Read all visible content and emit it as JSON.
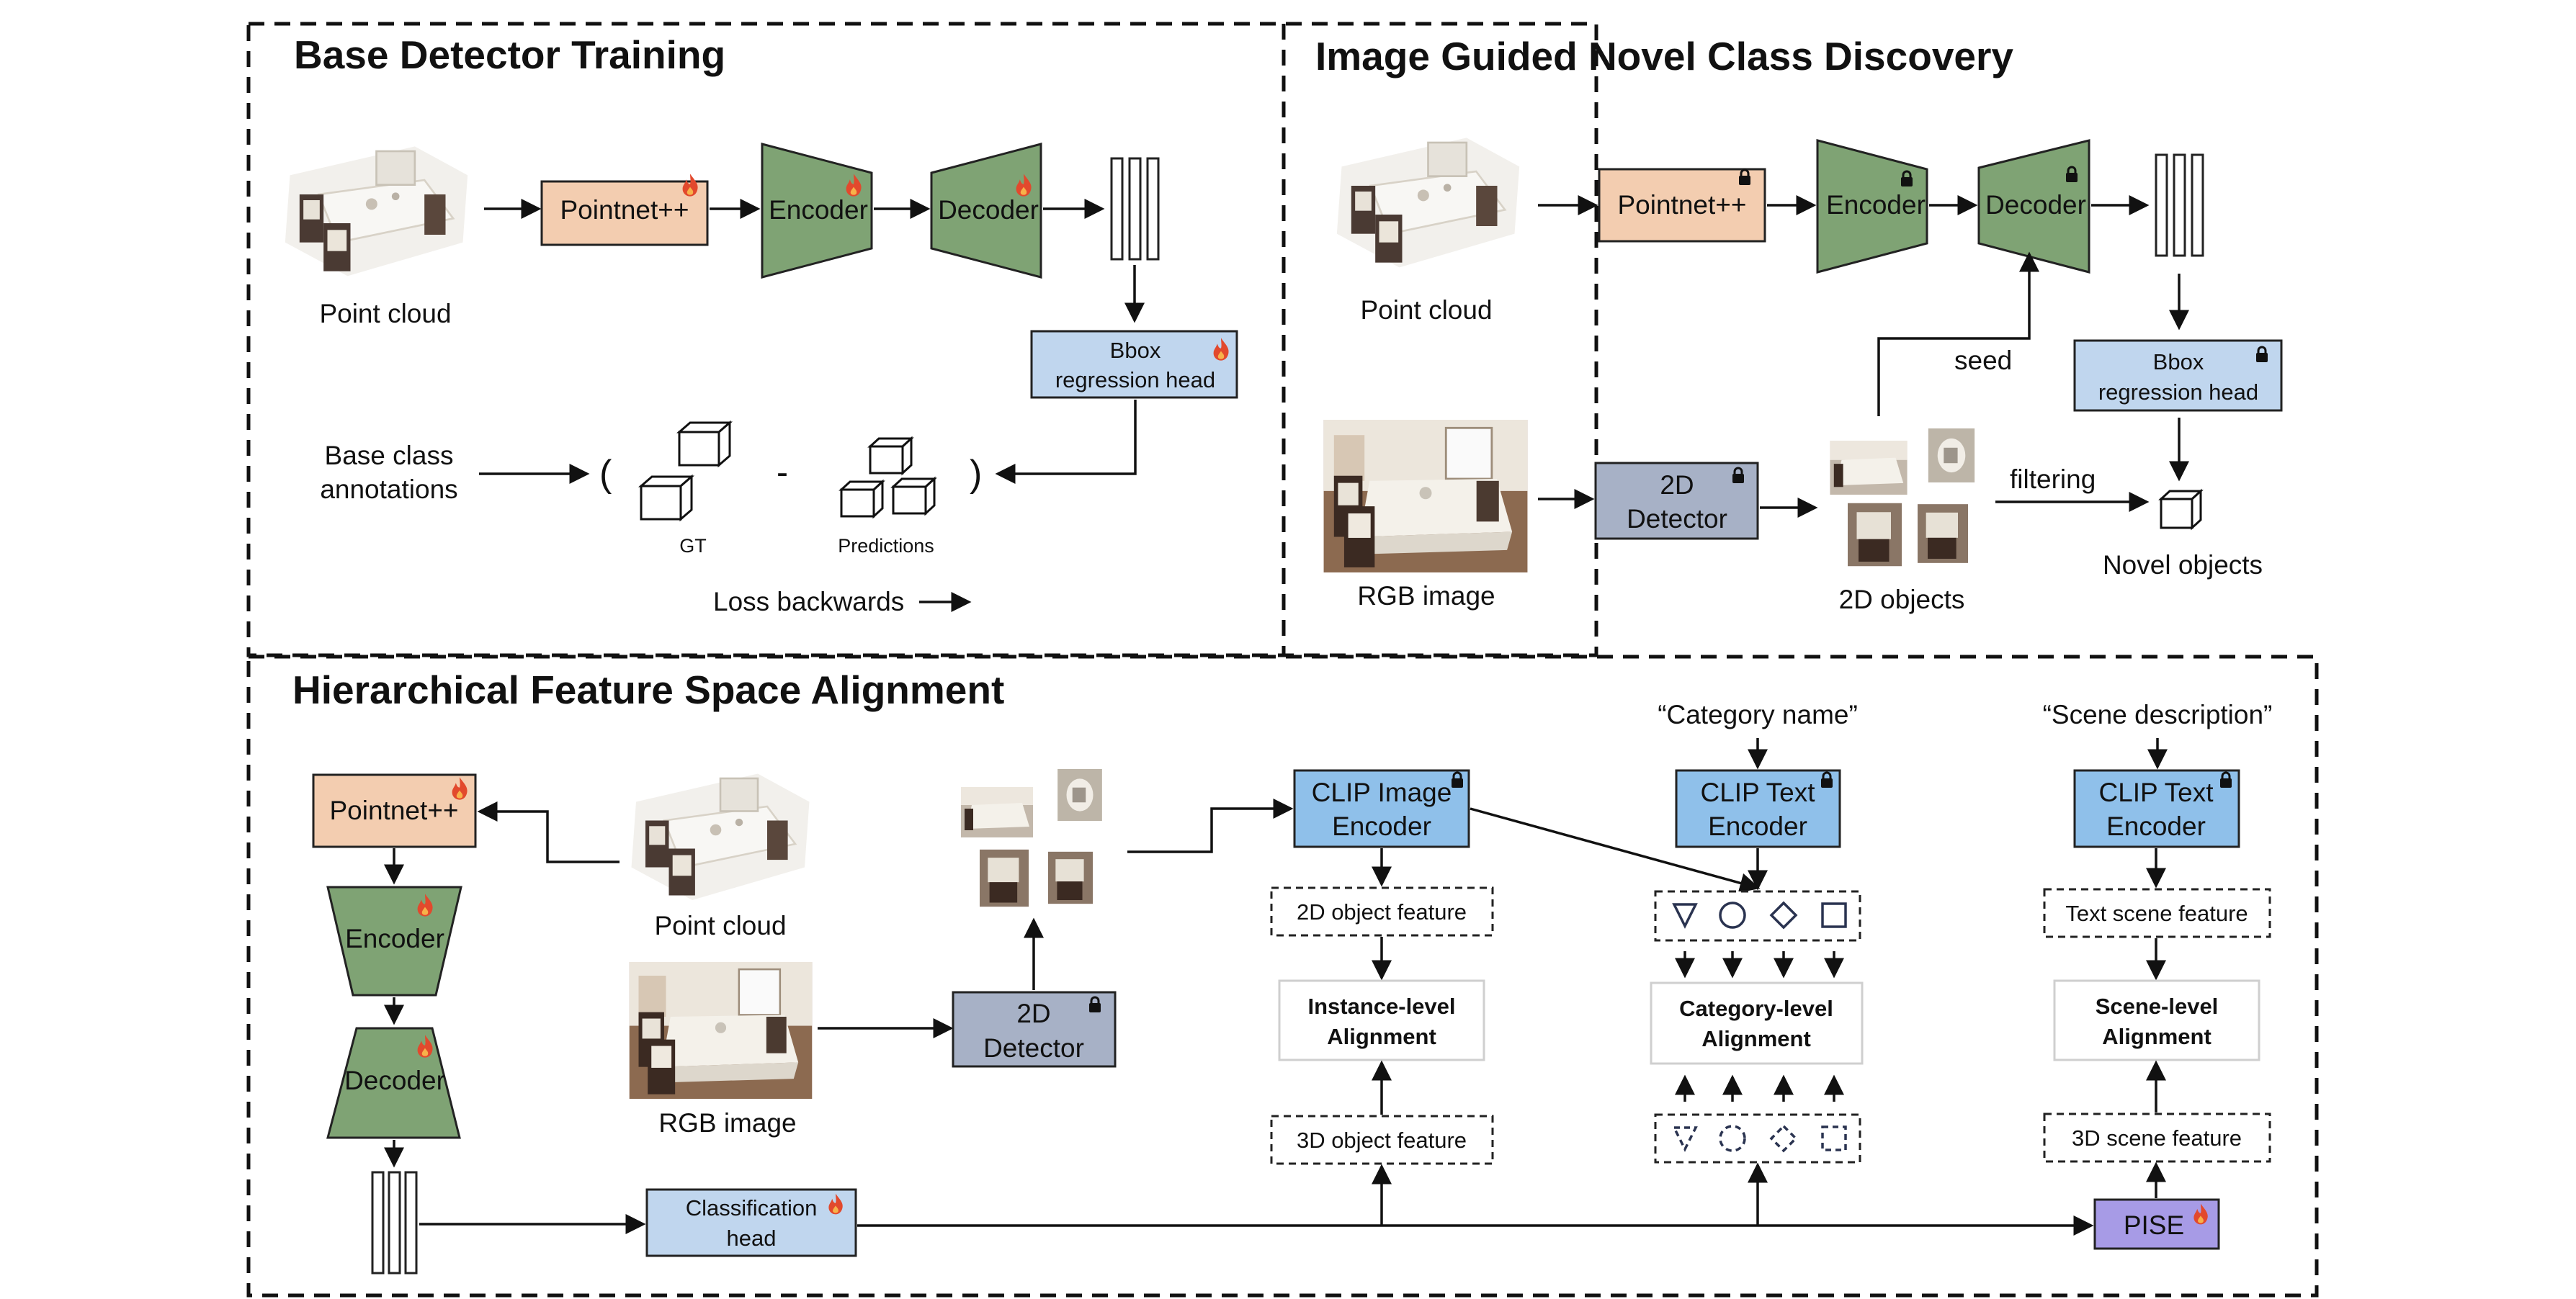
{
  "panels": {
    "base": {
      "title": "Base Detector Training",
      "point_cloud": "Point cloud",
      "pointnet": "Pointnet++",
      "encoder": "Encoder",
      "decoder": "Decoder",
      "bbox_head": [
        "Bbox",
        "regression head"
      ],
      "annotations": [
        "Base class",
        "annotations"
      ],
      "gt": "GT",
      "predictions": "Predictions",
      "loss": "Loss backwards",
      "paren_open": "(",
      "paren_close": ")",
      "minus": "-"
    },
    "novel": {
      "title": "Image Guided Novel Class Discovery",
      "point_cloud": "Point cloud",
      "pointnet": "Pointnet++",
      "encoder": "Encoder",
      "decoder": "Decoder",
      "seed": "seed",
      "bbox_head": [
        "Bbox",
        "regression head"
      ],
      "rgb": "RGB image",
      "detector": [
        "2D",
        "Detector"
      ],
      "objects_2d": "2D objects",
      "filtering": "filtering",
      "novel_objects": "Novel objects"
    },
    "hier": {
      "title": "Hierarchical Feature Space Alignment",
      "pointnet": "Pointnet++",
      "encoder": "Encoder",
      "decoder": "Decoder",
      "point_cloud": "Point cloud",
      "rgb": "RGB image",
      "detector": [
        "2D",
        "Detector"
      ],
      "clip_image": [
        "CLIP Image",
        "Encoder"
      ],
      "obj2d_feat": "2D object feature",
      "instance_align": [
        "Instance-level",
        "Alignment"
      ],
      "obj3d_feat": "3D object feature",
      "category_quote": "“Category name”",
      "clip_text_1": [
        "CLIP Text",
        "Encoder"
      ],
      "category_align": [
        "Category-level",
        "Alignment"
      ],
      "scene_quote": "“Scene description”",
      "clip_text_2": [
        "CLIP Text",
        "Encoder"
      ],
      "text_scene_feat": "Text scene feature",
      "scene_align": [
        "Scene-level",
        "Alignment"
      ],
      "scene3d_feat": "3D scene feature",
      "cls_head": [
        "Classification",
        "head"
      ],
      "pise": "PISE"
    }
  },
  "colors": {
    "pointnet": "#f3cdb0",
    "encoder_decoder": "#7fa374",
    "bbox_head": "#c0d6ee",
    "detector": "#a7b1c6",
    "clip": "#8fc0ea",
    "pise": "#a79be6",
    "fire_icon": "#e2492d",
    "lock_icon": "#111111"
  },
  "icons": {
    "trainable": "fire-icon",
    "frozen": "lock-icon"
  }
}
